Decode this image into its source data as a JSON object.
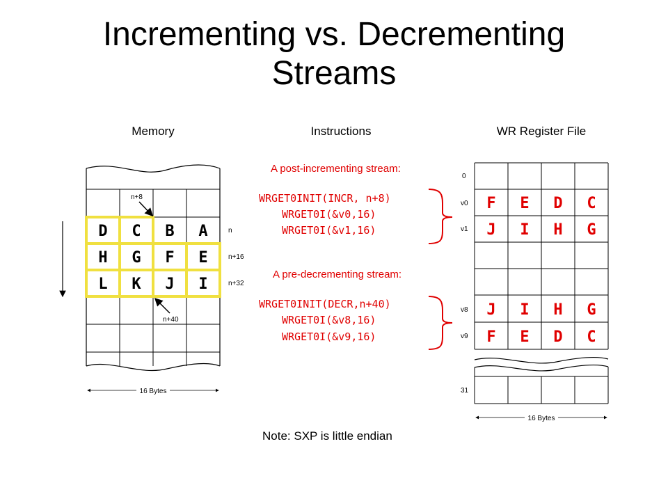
{
  "title": {
    "line1": "Incrementing vs. Decrementing",
    "line2": "Streams"
  },
  "headers": {
    "memory": "Memory",
    "instructions": "Instructions",
    "register_file": "WR Register File"
  },
  "memory": {
    "rows": [
      [
        "D",
        "C",
        "B",
        "A"
      ],
      [
        "H",
        "G",
        "F",
        "E"
      ],
      [
        "L",
        "K",
        "J",
        "I"
      ]
    ],
    "row_labels": [
      "n",
      "n+16",
      "n+32"
    ],
    "pointer_labels": {
      "top": "n+8",
      "bottom": "n+40"
    },
    "width_label": "16 Bytes"
  },
  "instructions": {
    "post_increment": {
      "caption": "A post-incrementing stream:",
      "lines": [
        "WRGET0INIT(INCR, n+8)",
        "WRGET0I(&v0,16)",
        "WRGET0I(&v1,16)"
      ]
    },
    "pre_decrement": {
      "caption": "A pre-decrementing stream:",
      "lines": [
        "WRGET0INIT(DECR,n+40)",
        "WRGET0I(&v8,16)",
        "WRGET0I(&v9,16)"
      ]
    }
  },
  "register_file": {
    "row_labels": {
      "r0": "0",
      "v0": "v0",
      "v1": "v1",
      "v8": "v8",
      "v9": "v9",
      "r31": "31"
    },
    "v0": [
      "F",
      "E",
      "D",
      "C"
    ],
    "v1": [
      "J",
      "I",
      "H",
      "G"
    ],
    "v8": [
      "J",
      "I",
      "H",
      "G"
    ],
    "v9": [
      "F",
      "E",
      "D",
      "C"
    ],
    "width_label": "16 Bytes"
  },
  "note": "Note: SXP is little endian",
  "colors": {
    "highlight": "#f0e040",
    "code": "#e00000",
    "grid": "#000000"
  }
}
